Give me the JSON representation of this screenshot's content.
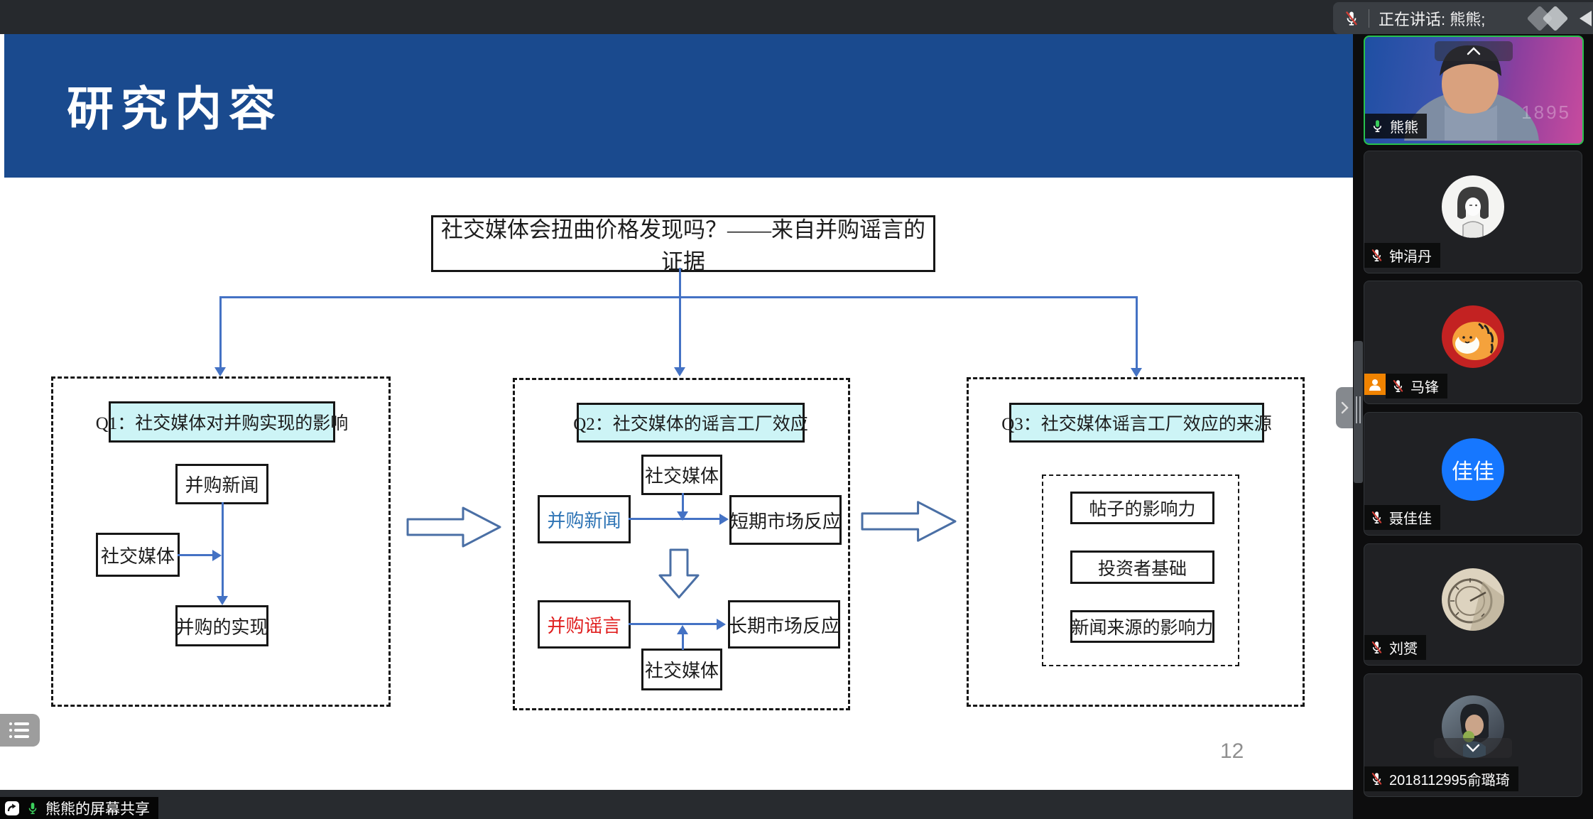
{
  "colors": {
    "banner_blue": "#1a4a8e",
    "cyan_header": "#cdf4f6",
    "arrow_blue": "#4472c4",
    "news_blue": "#2e74b5",
    "rumor_red": "#e01f1f",
    "active_green": "#27c24c",
    "badge_orange": "#f08300",
    "avatar_blue": "#1677ff"
  },
  "top_bar": {
    "speaking_label": "正在讲话: 熊熊;"
  },
  "slide": {
    "title": "研究内容",
    "page_number": "12",
    "diagram": {
      "main_question": "社交媒体会扭曲价格发现吗？——来自并购谣言的证据",
      "q1": {
        "header": "Q1：社交媒体对并购实现的影响",
        "news": "并购新闻",
        "social": "社交媒体",
        "outcome": "并购的实现"
      },
      "q2": {
        "header": "Q2：社交媒体的谣言工厂效应",
        "social_top": "社交媒体",
        "news": "并购新闻",
        "short_term": "短期市场反应",
        "rumor": "并购谣言",
        "long_term": "长期市场反应",
        "social_bottom": "社交媒体"
      },
      "q3": {
        "header": "Q3：社交媒体谣言工厂效应的来源",
        "items": [
          "帖子的影响力",
          "投资者基础",
          "新闻来源的影响力"
        ]
      }
    }
  },
  "participants": [
    {
      "name": "熊熊",
      "muted": false,
      "video": true,
      "active_speaker": true,
      "watermark": "1895"
    },
    {
      "name": "钟涓丹",
      "muted": true
    },
    {
      "name": "马锋",
      "muted": true,
      "has_person_badge": true
    },
    {
      "name": "聂佳佳",
      "muted": true,
      "avatar_text": "佳佳"
    },
    {
      "name": "刘赟",
      "muted": true
    },
    {
      "name": "2018112995俞璐琦",
      "muted": true
    }
  ],
  "bottom_bar": {
    "share_label": "熊熊的屏幕共享"
  }
}
